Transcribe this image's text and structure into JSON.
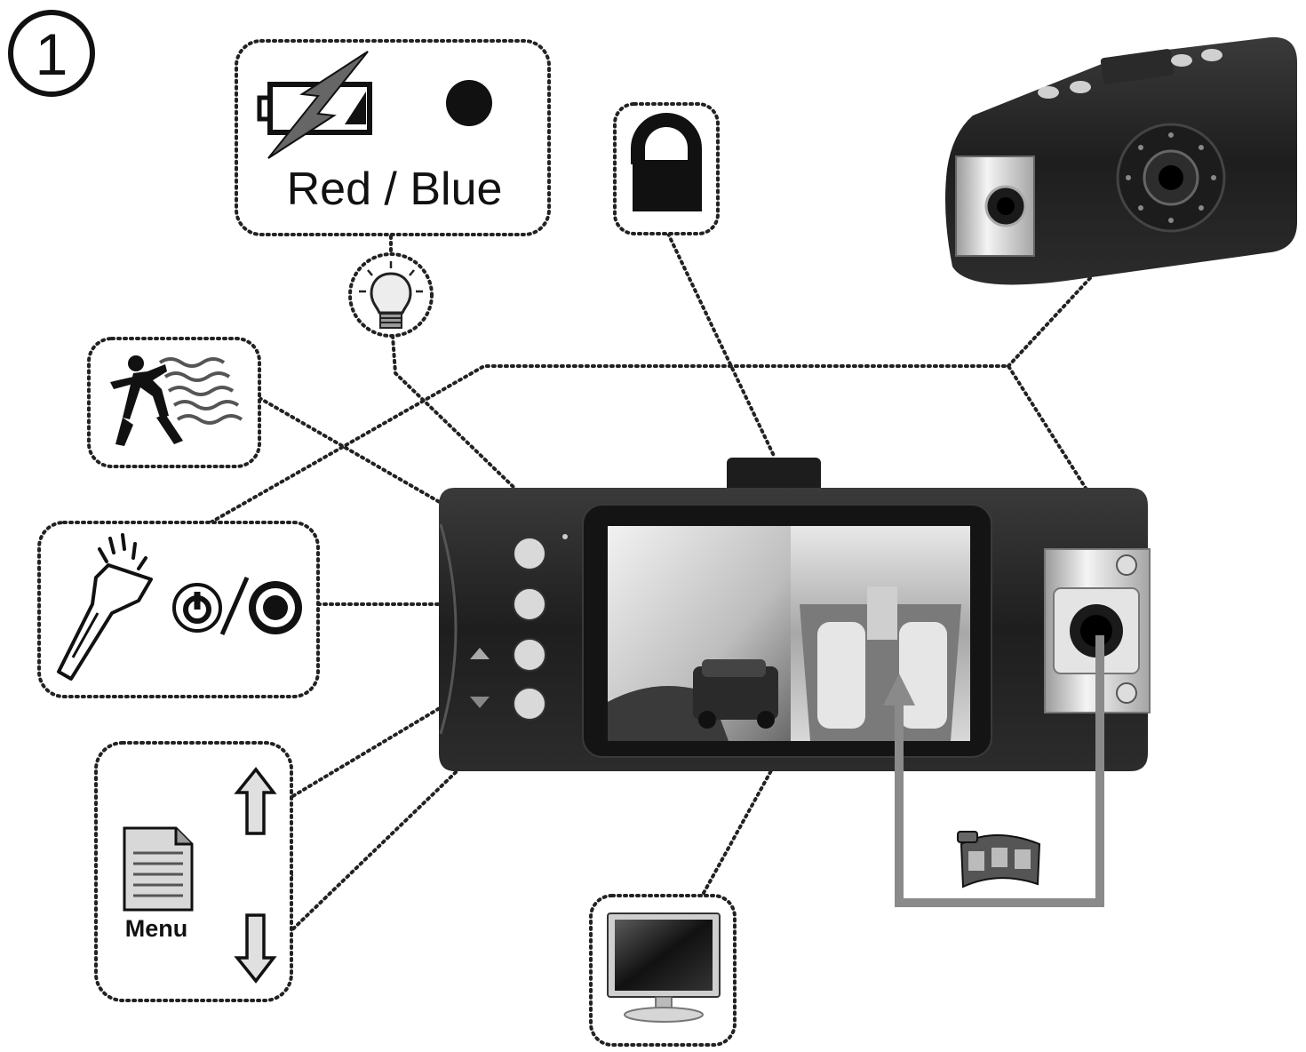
{
  "step_marker": "①",
  "indicator": {
    "text": "Red  / Blue"
  },
  "menu_label": "Menu",
  "icons": {
    "step": "circled-number-one",
    "battery": "battery-charging-icon",
    "indicator_dot": "indicator-dot-icon",
    "lock": "lock-icon",
    "bulb": "light-bulb-icon",
    "motion": "running-person-motion-icon",
    "flashlight": "flashlight-icon",
    "power": "power-icon",
    "record": "record-icon",
    "menu": "document-menu-icon",
    "up": "arrow-up-icon",
    "down": "arrow-down-icon",
    "monitor": "monitor-icon",
    "film": "film-strip-icon"
  },
  "colors": {
    "device_body": "#2b2b2b",
    "callout_border": "#222222",
    "swap_arrow": "#8a8a8a"
  }
}
